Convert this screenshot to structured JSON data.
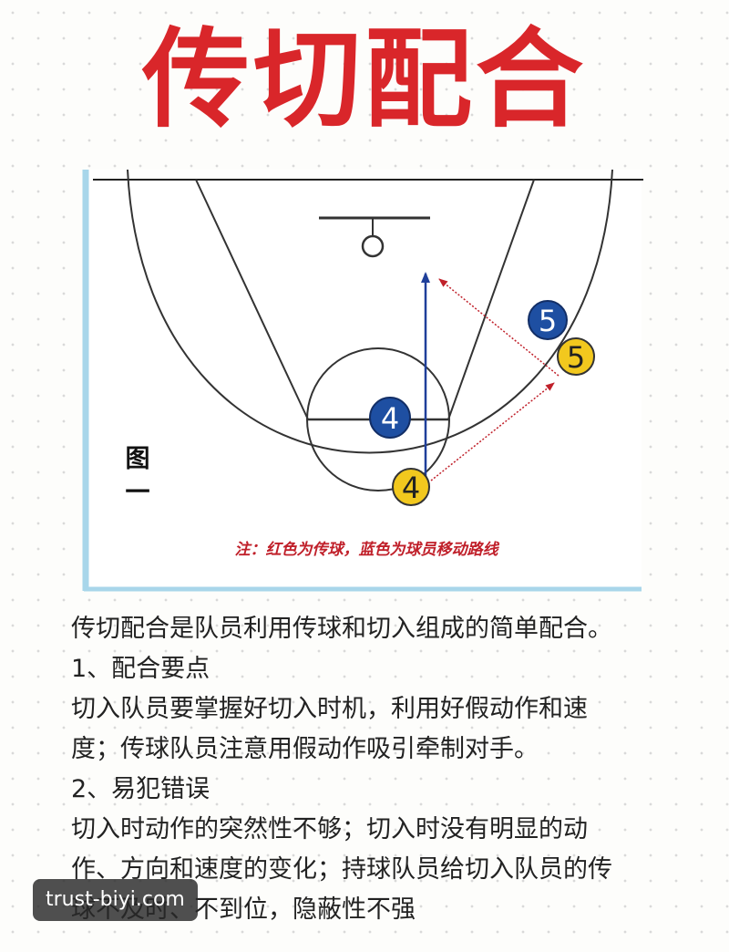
{
  "title": "传切配合",
  "diagram": {
    "figure_label": "图一",
    "note": "注：红色为传球，蓝色为球员移动路线",
    "players": [
      {
        "label": "5",
        "team": "blue"
      },
      {
        "label": "5",
        "team": "yellow"
      },
      {
        "label": "4",
        "team": "blue"
      },
      {
        "label": "4",
        "team": "yellow"
      }
    ],
    "colors": {
      "pass_line": "#c0202a",
      "move_line": "#1f3f9a",
      "blue_player": "#1e4fa2",
      "yellow_player": "#f2c81e",
      "court_border": "#a8d6ea"
    }
  },
  "body": {
    "intro": "传切配合是队员利用传球和切入组成的简单配合。",
    "section1_heading": "1、配合要点",
    "section1_line1": "切入队员要掌握好切入时机，利用好假动作和速",
    "section1_line2": "度；传球队员注意用假动作吸引牵制对手。",
    "section2_heading": "2、易犯错误",
    "section2_line1": "切入时动作的突然性不够；切入时没有明显的动",
    "section2_line2": "作、方向和速度的变化；持球队员给切入队员的传",
    "section2_line3": "球不及时、不到位，隐蔽性不强"
  },
  "watermark": "trust-biyi.com"
}
